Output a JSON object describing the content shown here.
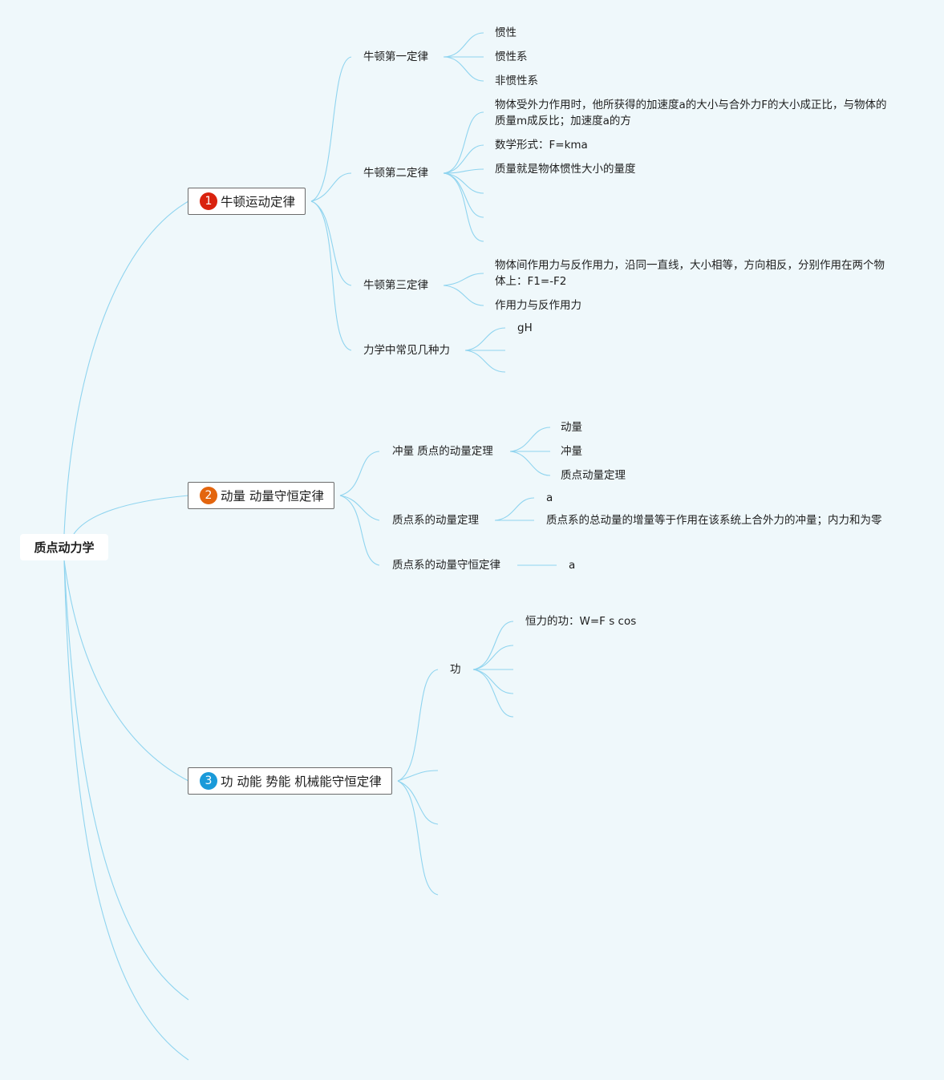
{
  "root": {
    "label": "质点动力学"
  },
  "branches": [
    {
      "number": "1",
      "color": "#d9220e",
      "label": "牛顿运动定律",
      "children": [
        {
          "label": "牛顿第一定律",
          "children": [
            "惯性",
            "惯性系",
            "非惯性系"
          ]
        },
        {
          "label": "牛顿第二定律",
          "children": [
            "物体受外力作用时，他所获得的加速度a的大小与合外力F的大小成正比，与物体的质量m成反比；加速度a的方",
            "数学形式：F=kma",
            "质量就是物体惯性大小的量度"
          ]
        },
        {
          "label": "牛顿第三定律",
          "children": [
            "物体间作用力与反作用力，沿同一直线，大小相等，方向相反，分别作用在两个物体上：F1=-F2",
            "作用力与反作用力"
          ]
        },
        {
          "label": "力学中常见几种力",
          "children": [
            "gH"
          ]
        }
      ]
    },
    {
      "number": "2",
      "color": "#e3650e",
      "label": "动量 动量守恒定律",
      "children": [
        {
          "label": "冲量 质点的动量定理",
          "children": [
            "动量",
            "冲量",
            "质点动量定理"
          ]
        },
        {
          "label": "质点系的动量定理",
          "children": [
            "a",
            "质点系的总动量的增量等于作用在该系统上合外力的冲量；内力和为零"
          ]
        },
        {
          "label": "质点系的动量守恒定律",
          "children": [
            "a"
          ]
        }
      ]
    },
    {
      "number": "3",
      "color": "#1a9ad9",
      "label": "功 动能 势能 机械能守恒定律",
      "children": [
        {
          "label": "功",
          "children": [
            "恒力的功：W=F s cos"
          ]
        }
      ]
    }
  ]
}
